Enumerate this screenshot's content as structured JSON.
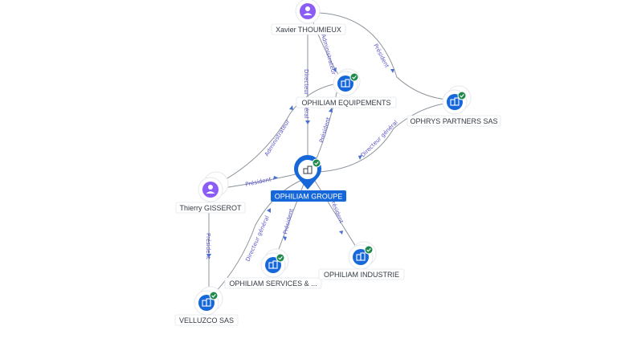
{
  "nodes": {
    "xavier": {
      "label": "Xavier THOUMIEUX",
      "kind": "person"
    },
    "equipements": {
      "label": "OPHILIAM EQUIPEMENTS",
      "kind": "company"
    },
    "ophrys": {
      "label": "OPHRYS PARTNERS SAS",
      "kind": "company"
    },
    "thierry": {
      "label": "Thierry GISSEROT",
      "kind": "person"
    },
    "groupe": {
      "label": "OPHILIAM GROUPE",
      "kind": "company-main"
    },
    "services": {
      "label": "OPHILIAM SERVICES & ...",
      "kind": "company"
    },
    "industrie": {
      "label": "OPHILIAM INDUSTRIE",
      "kind": "company"
    },
    "velluzco": {
      "label": "VELLUZCO SAS",
      "kind": "company"
    }
  },
  "edges": {
    "xavier_groupe": "Directeur général",
    "xavier_equipements": "Administrateur",
    "xavier_ophrys": "Président",
    "equipements_thierry": "Administrateur",
    "groupe_equipements": "Président",
    "groupe_ophrys": "Directeur général",
    "thierry_groupe": "Président",
    "thierry_velluzco": "Président",
    "velluzco_groupe": "Directeur général",
    "groupe_services": "Président",
    "groupe_industrie": "Président"
  },
  "colors": {
    "accent": "#1667d9",
    "person": "#8b5cf6",
    "company": "#1667d9",
    "verified": "#1f8a4c",
    "edge": "#8d949c",
    "edge_label": "#5a55c9"
  },
  "icons": {
    "person": "person-icon",
    "company": "building-icon",
    "verified": "check-badge-icon",
    "main": "map-pin-icon"
  }
}
